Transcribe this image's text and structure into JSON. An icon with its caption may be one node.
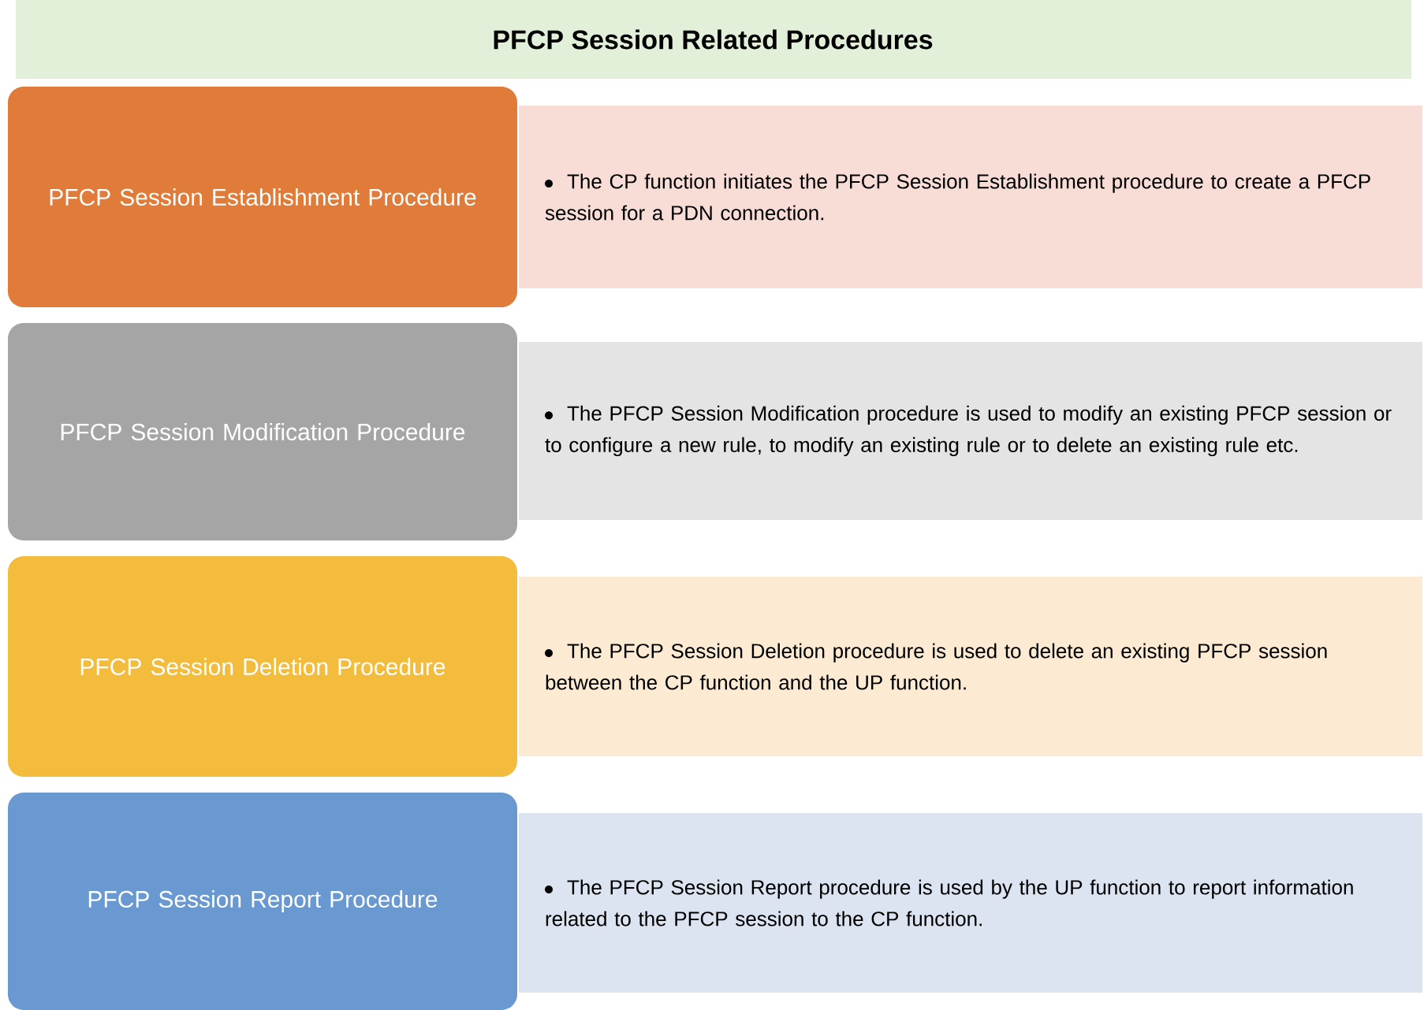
{
  "diagram": {
    "title": "PFCP Session Related Procedures",
    "nodes": [
      {
        "text": [
          "PFCP Session Establishment Procedure"
        ]
      },
      {
        "text": [
          "The CP function initiates the PFCP Session Establishment procedure to create a PFCP session for a PDN connection."
        ]
      },
      {
        "text": [
          "PFCP Session Modification Procedure"
        ]
      },
      {
        "text": [
          "The PFCP Session Modification procedure is used to modify an existing PFCP session or to configure a new rule, to modify an existing rule or to delete an existing rule etc."
        ]
      },
      {
        "text": [
          "PFCP Session Deletion Procedure"
        ]
      },
      {
        "text": [
          "The PFCP Session Deletion procedure is used to delete an existing PFCP session between the CP function and the UP function."
        ]
      },
      {
        "text": [
          "PFCP Session Report Procedure"
        ]
      },
      {
        "text": [
          "The PFCP Session Report procedure is used by the UP function to report information related to the PFCP session to the CP function."
        ]
      }
    ]
  }
}
